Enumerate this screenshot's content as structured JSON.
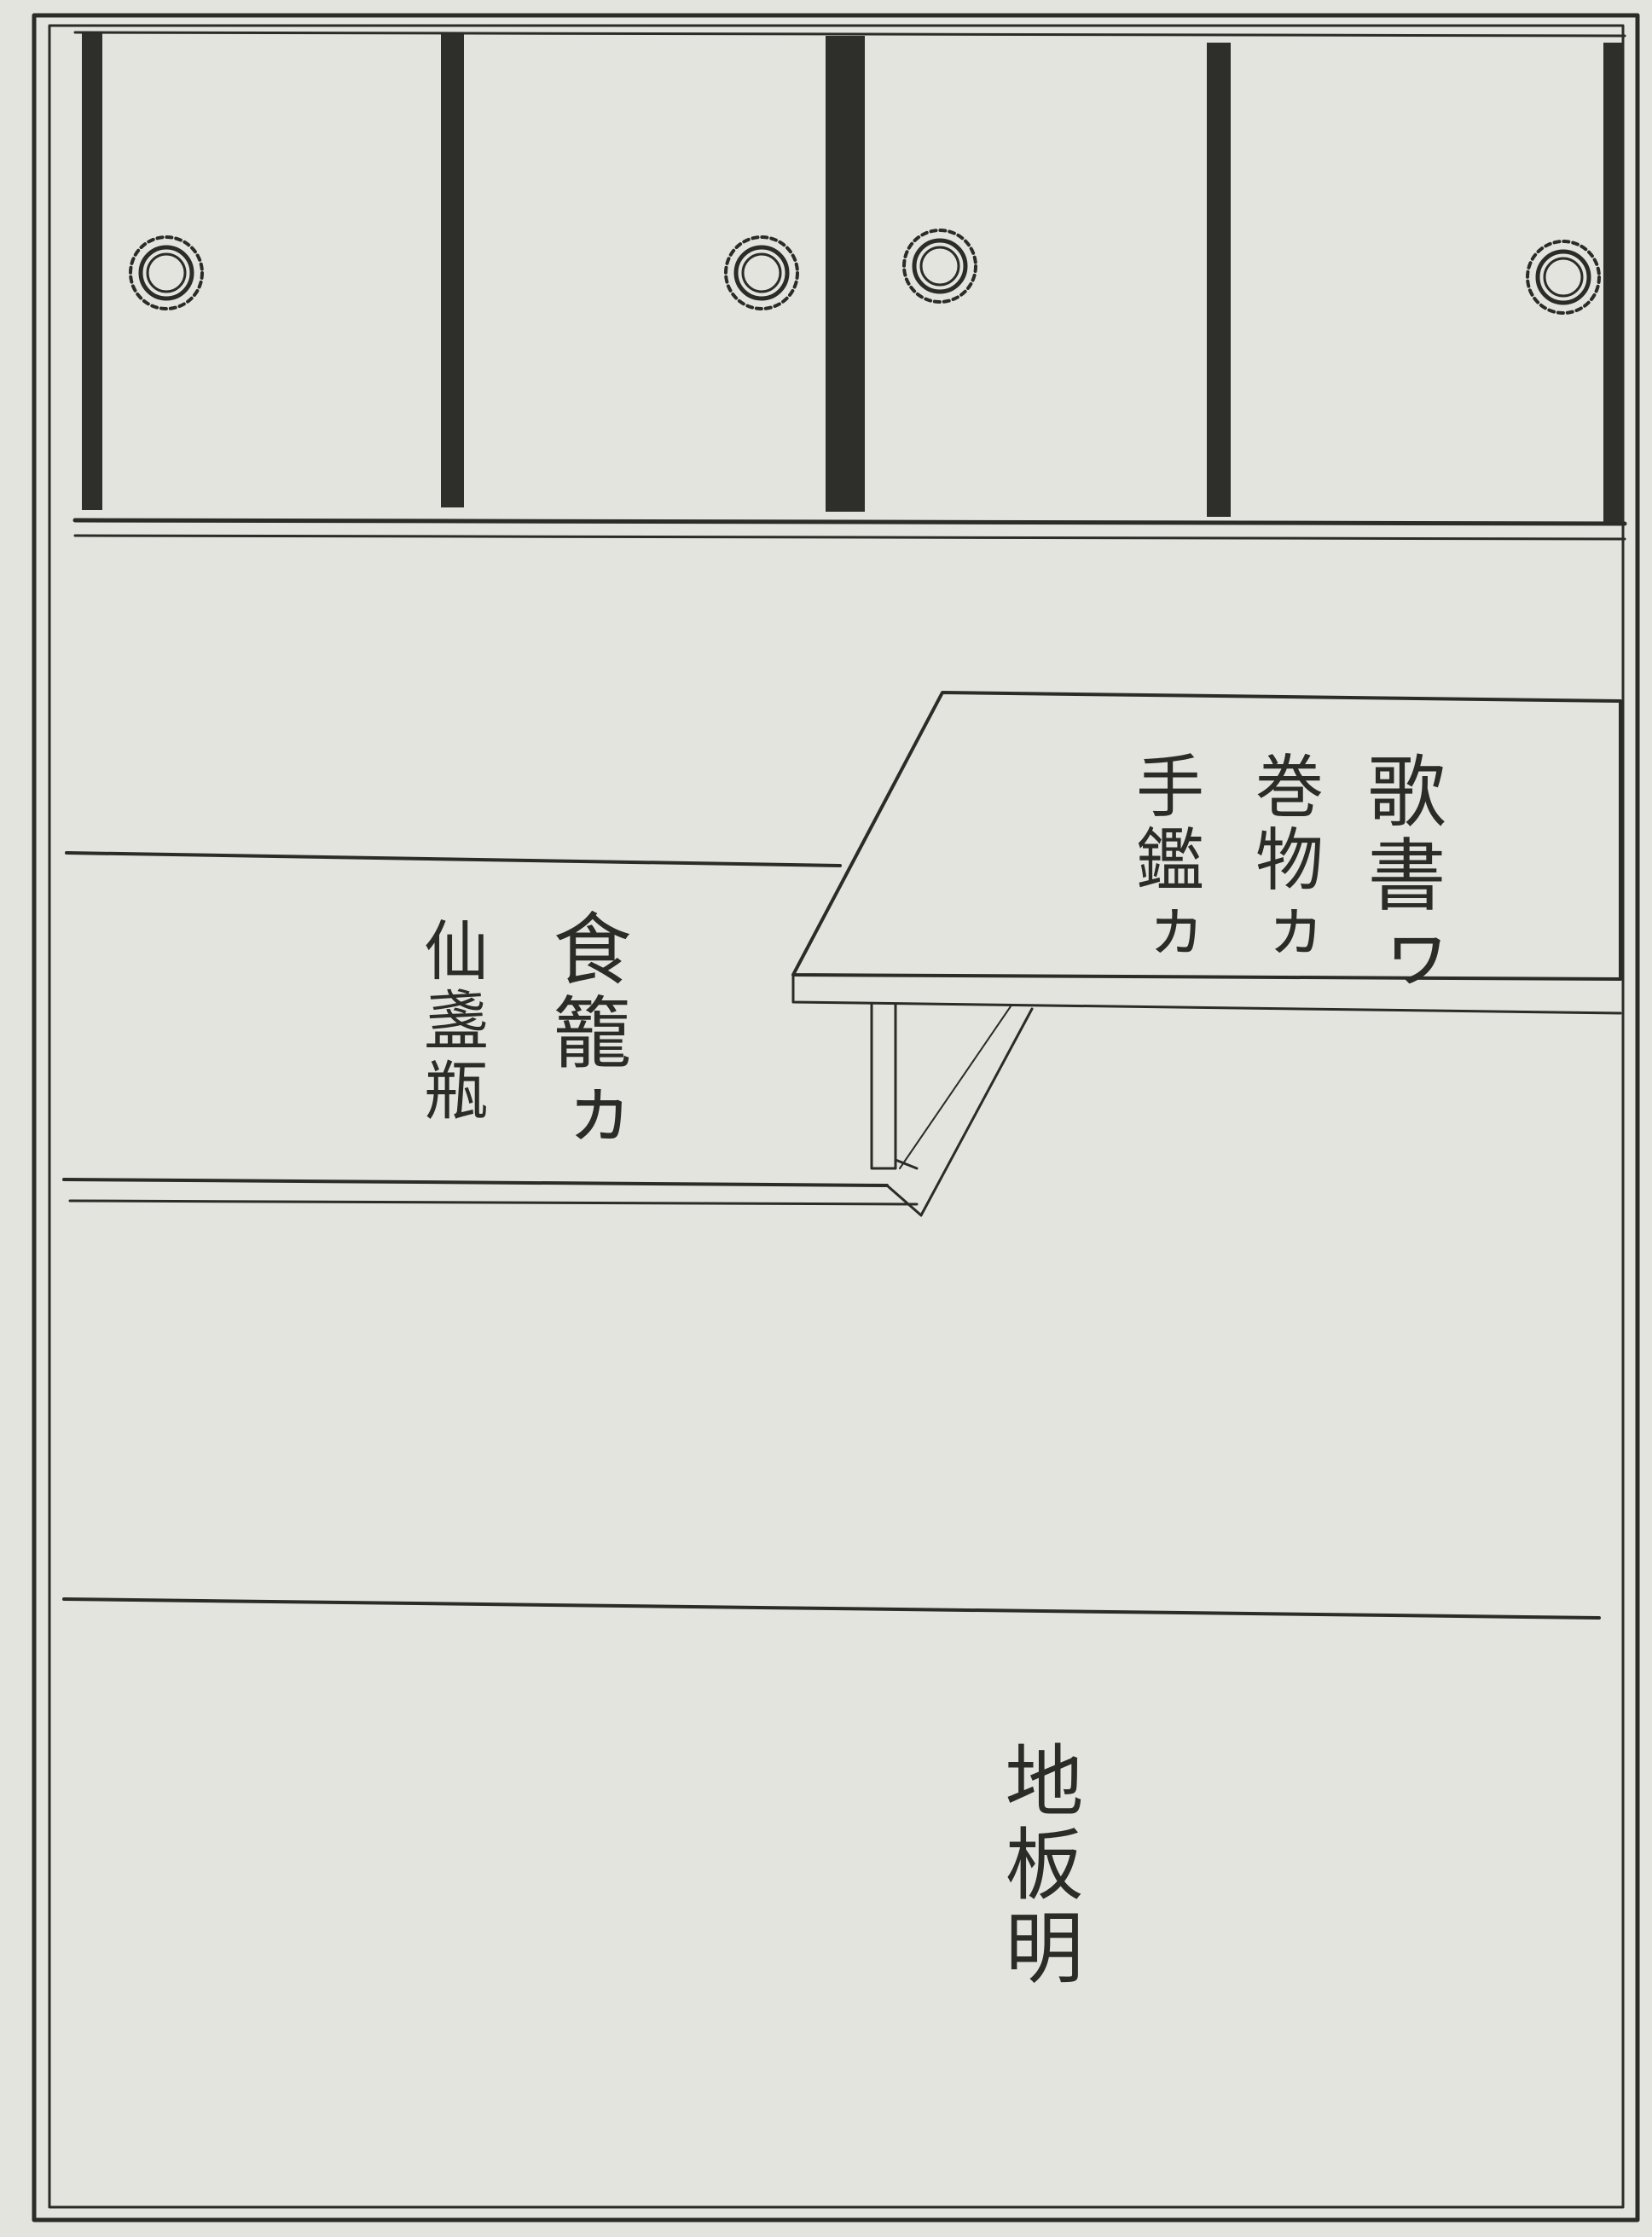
{
  "labels": {
    "kasho": "歌書ヮ",
    "makimono": "巻物ヵ",
    "tekagami": "手鑑ヵ",
    "jikirou": "食籠ヵ",
    "senkouro": "仙盞瓶",
    "jiitaake": "地板明"
  },
  "colors": {
    "paper": "#e2e4dd",
    "ink": "#2b2b28"
  }
}
